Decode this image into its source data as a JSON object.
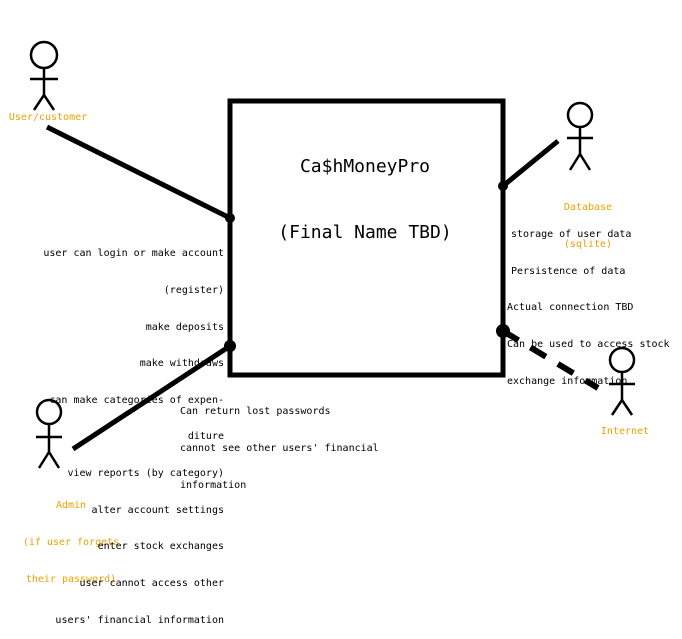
{
  "title": {
    "line1": "Ca$hMoneyPro",
    "line2": "(Final Name TBD)"
  },
  "actors": {
    "user": "User/customer",
    "database_line1": "Database",
    "database_line2": "(sqlite)",
    "admin_line1": "Admin",
    "admin_line2": "(if user forgets",
    "admin_line3": "their password)",
    "internet": "Internet"
  },
  "user_notes": [
    "user can login or make account",
    "(register)",
    "make deposits",
    "make withdraws",
    "can make categories of expen-",
    "diture",
    "view reports (by category)",
    "alter account settings",
    "enter stock exchanges",
    "user cannot access other",
    "users' financial information"
  ],
  "database_notes": [
    "storage of user data",
    "Persistence of data"
  ],
  "internet_notes": [
    "Actual connection TBD",
    "Can be used to access stock",
    "exchange information"
  ],
  "admin_notes": [
    "Can return lost passwords",
    "cannot see other users' financial",
    "information"
  ],
  "colors": {
    "actor_label": "#f0a000",
    "lines": "#000000"
  }
}
